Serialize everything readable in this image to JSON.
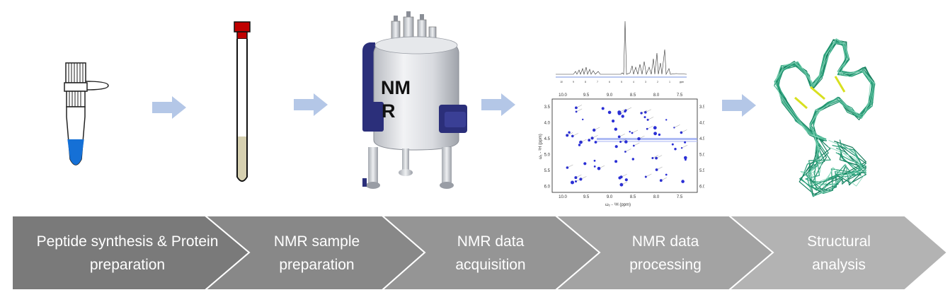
{
  "steps": [
    {
      "label": "Peptide synthesis & Protein\npreparation",
      "color": "#7a7a7a"
    },
    {
      "label": "NMR sample\npreparation",
      "color": "#888888"
    },
    {
      "label": "NMR data\nacquisition",
      "color": "#959595"
    },
    {
      "label": "NMR data\nprocessing",
      "color": "#a3a3a3"
    },
    {
      "label": "Structural\nanalysis",
      "color": "#b3b3b3"
    }
  ],
  "illustrations": {
    "spectrometer_label": "NM R",
    "spectrum": {
      "axis_ticks_top": [
        "10.0",
        "9.5",
        "9.0",
        "8.5",
        "8.0",
        "7.5"
      ],
      "axis_ticks_bottom": [
        "10.0",
        "9.5",
        "9.0",
        "8.5",
        "8.0",
        "7.5"
      ],
      "axis_ticks_right": [
        "3.5",
        "4.0",
        "4.5",
        "5.0",
        "5.5",
        "6.0"
      ],
      "axis_ticks_left": [
        "3.5",
        "4.0",
        "4.5",
        "5.0",
        "5.5",
        "6.0"
      ],
      "xlabel": "ω₂ - ¹H (ppm)",
      "ylabel": "ω₁ - ¹H (ppm)",
      "ppm_ticks_1d": [
        "10",
        "9",
        "8",
        "7",
        "6",
        "5",
        "4",
        "3",
        "2",
        "1",
        "ppm"
      ]
    }
  },
  "colors": {
    "flow_arrow": "#b4c7e7",
    "liquid_blue": "#1570d6",
    "sample_fill": "#d6d0b0",
    "cap_red": "#c00000",
    "magnet_blue": "#2b2f7a",
    "peak_blue": "#2a2fd6",
    "structure_green": "#1f8a6a",
    "disulfide_yellow": "#d8e020"
  }
}
